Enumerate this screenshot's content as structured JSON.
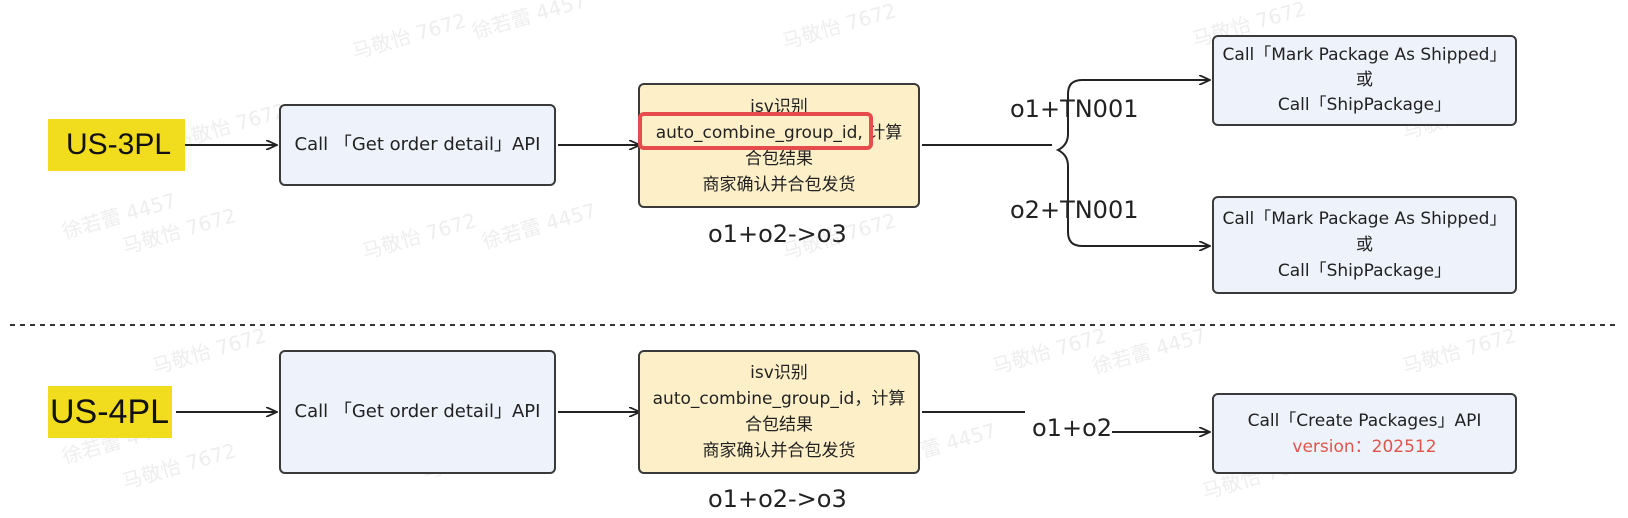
{
  "watermarks": [
    "马敬怡 7672",
    "徐若蕾 4457"
  ],
  "top_flow": {
    "label": "US-3PL",
    "step1": "Call 「Get order detail」API",
    "step2": {
      "line1": "isv识别",
      "highlight": "auto_combine_group_id,",
      "line2_rest": "计算",
      "line3": "合包结果",
      "line4": "商家确认并合包发货"
    },
    "merge_note": "o1+o2->o3",
    "branch1": "o1+TN001",
    "branch2": "o2+TN001",
    "out1": {
      "line1": "Call「Mark Package As Shipped」",
      "line2": "或",
      "line3": "Call「ShipPackage」"
    },
    "out2": {
      "line1": "Call「Mark Package As Shipped」",
      "line2": "或",
      "line3": "Call「ShipPackage」"
    }
  },
  "bottom_flow": {
    "label": "US-4PL",
    "step1": "Call 「Get order detail」API",
    "step2": {
      "line1": "isv识别",
      "line2": "auto_combine_group_id，计算",
      "line3": "合包结果",
      "line4": "商家确认并合包发货"
    },
    "merge_note": "o1+o2->o3",
    "branch": "o1+o2",
    "out": {
      "line1": "Call「Create Packages」API",
      "line2": "version：202512"
    }
  },
  "colors": {
    "label_bg": "#f1dc1e",
    "box_blue": "#eef2fb",
    "box_yellow": "#fdefc8",
    "highlight_red": "#e74c4c",
    "version_red": "#e0554a"
  }
}
